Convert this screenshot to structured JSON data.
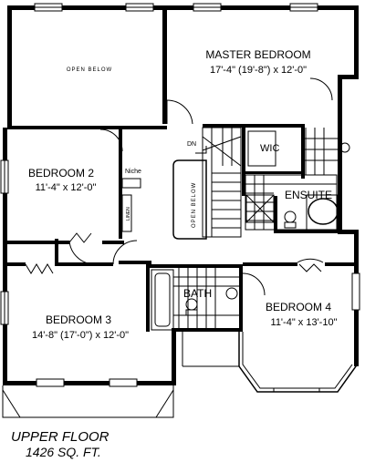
{
  "rooms": {
    "master": {
      "name": "MASTER BEDROOM",
      "dims": "17'-4\" (19'-8\") x 12'-0\""
    },
    "bedroom2": {
      "name": "BEDROOM 2",
      "dims": "11'-4\" x 12'-0\""
    },
    "bedroom3": {
      "name": "BEDROOM 3",
      "dims": "14'-8\" (17'-0\") x 12'-0\""
    },
    "bedroom4": {
      "name": "BEDROOM 4",
      "dims": "11'-4\" x 13'-10\""
    },
    "bath": {
      "name": "BATH"
    },
    "ensuite": {
      "name": "ENSUITE"
    },
    "wic": {
      "name": "WIC"
    }
  },
  "labels": {
    "open_below_1": "OPEN BELOW",
    "open_below_2": "OPEN BELOW",
    "niche": "Niche",
    "linen": "LINEN",
    "dn": "DN"
  },
  "caption": {
    "floor": "UPPER FLOOR",
    "area": "1426 SQ. FT."
  }
}
